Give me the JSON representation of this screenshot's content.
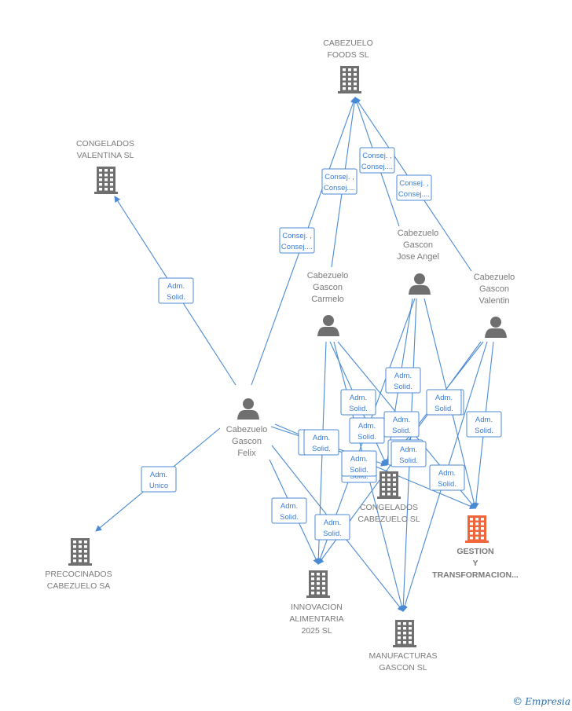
{
  "nodes": [
    {
      "id": "cabezuelo_foods",
      "type": "company",
      "lines": [
        "CABEZUELO",
        "FOODS  SL"
      ]
    },
    {
      "id": "congelados_valentina",
      "type": "company",
      "lines": [
        "CONGELADOS",
        "VALENTINA SL"
      ]
    },
    {
      "id": "jose_angel",
      "type": "person",
      "lines": [
        "Cabezuelo",
        "Gascon",
        "Jose Angel"
      ]
    },
    {
      "id": "carmelo",
      "type": "person",
      "lines": [
        "Cabezuelo",
        "Gascon",
        "Carmelo"
      ]
    },
    {
      "id": "valentin",
      "type": "person",
      "lines": [
        "Cabezuelo",
        "Gascon",
        "Valentin"
      ]
    },
    {
      "id": "felix",
      "type": "person",
      "lines": [
        "Cabezuelo",
        "Gascon",
        "Felix"
      ]
    },
    {
      "id": "congelados_cabezuelo",
      "type": "company",
      "lines": [
        "CONGELADOS",
        "CABEZUELO SL"
      ]
    },
    {
      "id": "gestion",
      "type": "company",
      "focus": true,
      "lines": [
        "GESTION",
        "Y",
        "TRANSFORMACION..."
      ]
    },
    {
      "id": "precocinados",
      "type": "company",
      "lines": [
        "PRECOCINADOS",
        "CABEZUELO SA"
      ]
    },
    {
      "id": "innovacion",
      "type": "company",
      "lines": [
        "INNOVACION",
        "ALIMENTARIA",
        "2025  SL"
      ]
    },
    {
      "id": "manufacturas",
      "type": "company",
      "lines": [
        "MANUFACTURAS",
        "GASCON  SL"
      ]
    }
  ],
  "edges": [
    {
      "from": "felix",
      "to": "cabezuelo_foods",
      "label": [
        "Consej. ,",
        "Consej...."
      ]
    },
    {
      "from": "carmelo",
      "to": "cabezuelo_foods",
      "label": [
        "Consej. ,",
        "Consej...."
      ]
    },
    {
      "from": "jose_angel",
      "to": "cabezuelo_foods",
      "label": [
        "Consej. ,",
        "Consej...."
      ]
    },
    {
      "from": "valentin",
      "to": "cabezuelo_foods",
      "label": [
        "Consej. ,",
        "Consej...."
      ]
    },
    {
      "from": "felix",
      "to": "congelados_valentina",
      "label": [
        "Adm.",
        "Solid."
      ]
    },
    {
      "from": "felix",
      "to": "precocinados",
      "label": [
        "Adm.",
        "Unico"
      ]
    },
    {
      "from": "felix",
      "to": "innovacion",
      "label": [
        "Adm.",
        "Solid."
      ]
    },
    {
      "from": "felix",
      "to": "congelados_cabezuelo",
      "label": [
        "Adm.",
        "Solid."
      ]
    },
    {
      "from": "felix",
      "to": "manufacturas",
      "label": [
        "Adm.",
        "Solid."
      ]
    },
    {
      "from": "carmelo",
      "to": "innovacion",
      "label": [
        "Adm.",
        "Solid."
      ]
    },
    {
      "from": "carmelo",
      "to": "congelados_cabezuelo",
      "label": [
        "Adm.",
        "Solid."
      ]
    },
    {
      "from": "carmelo",
      "to": "gestion",
      "label": [
        "Adm.",
        "Solid."
      ]
    },
    {
      "from": "carmelo",
      "to": "manufacturas",
      "label": [
        "Adm.",
        "Solid."
      ]
    },
    {
      "from": "jose_angel",
      "to": "innovacion",
      "label": [
        "Adm.",
        "Solid."
      ]
    },
    {
      "from": "jose_angel",
      "to": "congelados_cabezuelo",
      "label": [
        "Adm.",
        "Solid."
      ]
    },
    {
      "from": "jose_angel",
      "to": "gestion",
      "label": [
        "Adm.",
        "Solid."
      ]
    },
    {
      "from": "jose_angel",
      "to": "manufacturas",
      "label": [
        "Adm.",
        "Solid."
      ]
    },
    {
      "from": "valentin",
      "to": "gestion",
      "label": [
        "Adm.",
        "Solid."
      ]
    },
    {
      "from": "valentin",
      "to": "congelados_cabezuelo",
      "label": [
        "Adm.",
        "Solid."
      ]
    },
    {
      "from": "valentin",
      "to": "manufacturas",
      "label": [
        "Adm.",
        "Solid."
      ]
    },
    {
      "from": "valentin",
      "to": "innovacion",
      "label": [
        "Adm.",
        "Solid."
      ]
    },
    {
      "from": "felix",
      "to": "gestion",
      "label": [
        "Adm.",
        "Solid."
      ]
    }
  ],
  "watermark": {
    "symbol": "©",
    "brand": "Empresia"
  },
  "colors": {
    "edge": "#4a8ad4",
    "node": "#6f6f6f",
    "focus": "#f0663a"
  }
}
